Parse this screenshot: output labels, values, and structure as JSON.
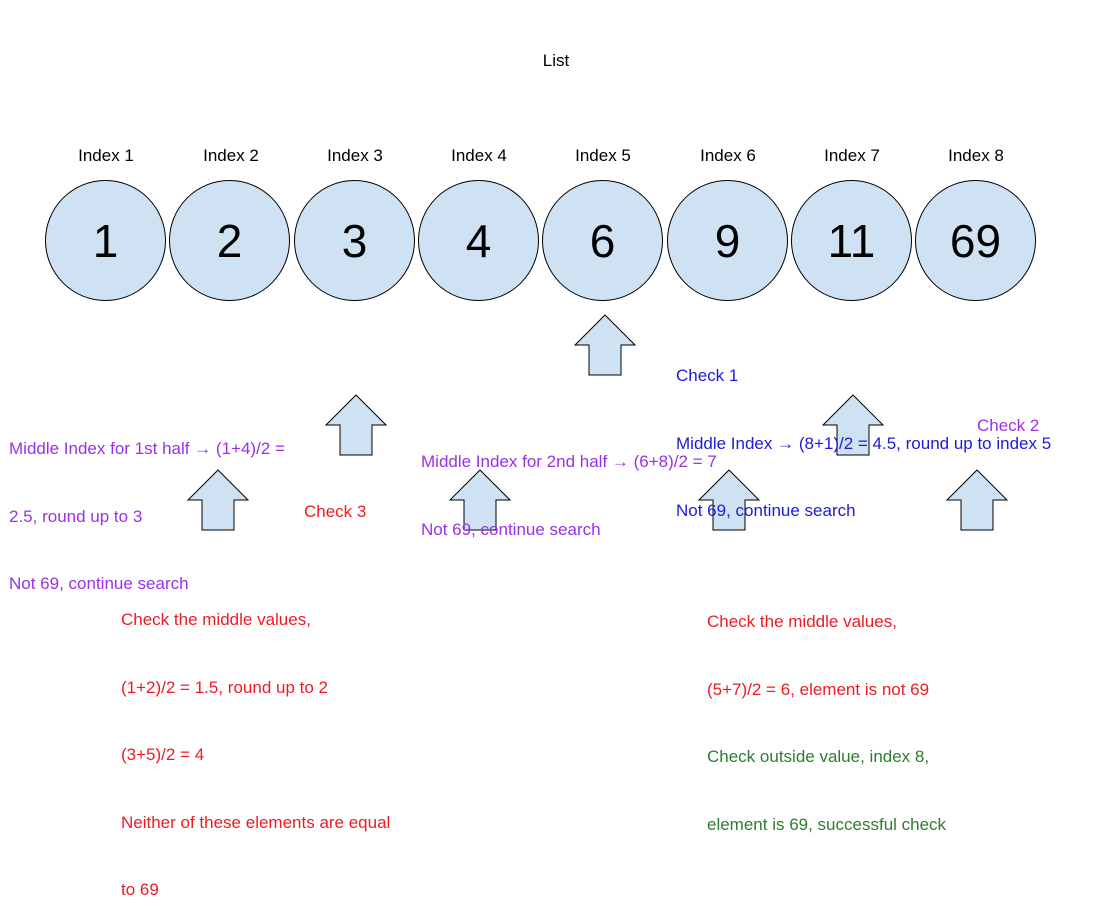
{
  "title": "List",
  "indices": [
    "Index 1",
    "Index 2",
    "Index 3",
    "Index 4",
    "Index 5",
    "Index 6",
    "Index 7",
    "Index 8"
  ],
  "values": [
    "1",
    "2",
    "3",
    "4",
    "6",
    "9",
    "11",
    "69"
  ],
  "colors": {
    "node_fill": "#cfe2f3",
    "check1": "#1c1cd6",
    "check2": "#9b30e8",
    "check3": "#ec1c24",
    "success": "#2e7d32"
  },
  "check1": {
    "heading": "Check 1",
    "line1": "Middle Index → (8+1)/2 = 4.5, round up to index 5",
    "line2": "Not 69, continue search"
  },
  "check2": {
    "heading": "Check 2",
    "first_half_line1": "Middle Index for 1st half → (1+4)/2 =",
    "first_half_line2": "2.5, round up to 3",
    "first_half_line3": "Not 69, continue search",
    "second_half_line1": "Middle Index for 2nd half → (6+8)/2 = 7",
    "second_half_line2": "Not 69, continue search"
  },
  "check3": {
    "heading": "Check 3",
    "left_line1": "Check the middle values,",
    "left_line2": "(1+2)/2 = 1.5, round up to 2",
    "left_line3": "(3+5)/2 = 4",
    "left_line4": "Neither of these elements are equal",
    "left_line5": "to 69",
    "right_line1": "Check the middle values,",
    "right_line2": "(5+7)/2 = 6, element is not 69",
    "right_line3": "Check outside value, index 8,",
    "right_line4": "element is 69, successful check"
  }
}
